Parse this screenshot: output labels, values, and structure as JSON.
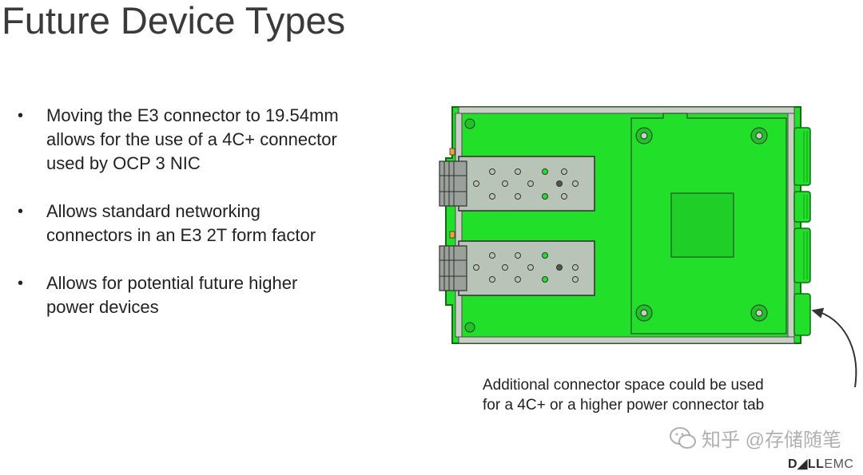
{
  "slide": {
    "title": "Future Device Types",
    "bullets": [
      {
        "line1": "Moving the E3 connector to 19.54mm",
        "line2": "allows for the use of a 4C+ connector",
        "line3": "used by OCP 3 NIC"
      },
      {
        "line1": "Allows standard networking",
        "line2": "connectors in an E3 2T form factor"
      },
      {
        "line1": "Allows for potential future higher",
        "line2": "power devices"
      }
    ],
    "caption": {
      "line1": "Additional connector space could be used",
      "line2": "for a 4C+ or a higher power connector tab"
    },
    "watermark": "知乎 @存储随笔",
    "logo": {
      "dell": "D◢LL",
      "emc": "EMC"
    }
  },
  "colors": {
    "board_green": "#22e02a",
    "board_edge": "#0b6f12",
    "frame_gray": "#c9cfc4",
    "cage_gray": "#8a8f8a",
    "text": "#222222"
  },
  "icons": [
    "bullet-icon",
    "curved-arrow-icon",
    "wechat-logo-icon"
  ]
}
